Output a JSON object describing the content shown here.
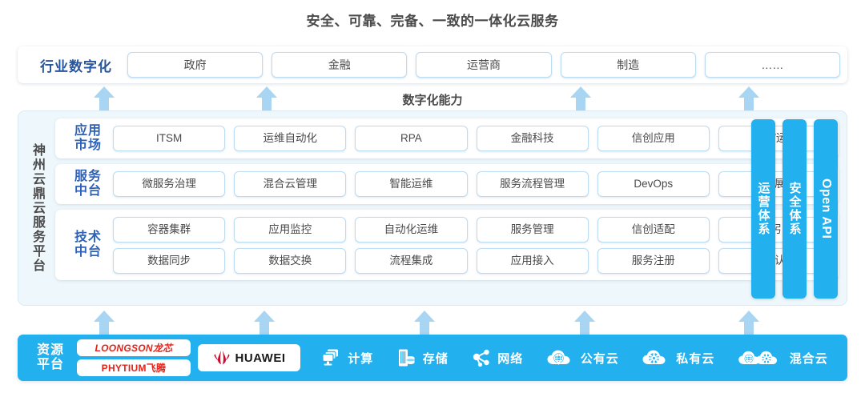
{
  "title": "安全、可靠、完备、一致的一体化云服务",
  "industry": {
    "label": "行业数字化",
    "items": [
      "政府",
      "金融",
      "运营商",
      "制造",
      "……"
    ]
  },
  "capability_title": "数字化能力",
  "platform": {
    "vertical_label": "神州云鼎云服务平台",
    "rows": [
      {
        "label_line1": "应用",
        "label_line2": "市场",
        "lines": [
          [
            "ITSM",
            "运维自动化",
            "RPA",
            "金融科技",
            "信创应用",
            "运维/运营"
          ]
        ]
      },
      {
        "label_line1": "服务",
        "label_line2": "中台",
        "lines": [
          [
            "微服务治理",
            "混合云管理",
            "智能运维",
            "服务流程管理",
            "DevOps",
            "大屏展示"
          ]
        ]
      },
      {
        "label_line1": "技术",
        "label_line2": "中台",
        "lines": [
          [
            "容器集群",
            "应用监控",
            "自动化运维",
            "服务管理",
            "信创适配",
            "流程引擎"
          ],
          [
            "数据同步",
            "数据交换",
            "流程集成",
            "应用接入",
            "服务注册",
            "统一认证"
          ]
        ]
      }
    ],
    "pillars": [
      {
        "text": "运营体系",
        "latin": false
      },
      {
        "text": "安全体系",
        "latin": false
      },
      {
        "text": "Open API",
        "latin": true
      }
    ]
  },
  "resource": {
    "label_line1": "资源",
    "label_line2": "平台",
    "chips": [
      "LOONGSON龙芯",
      "PHYTIUM飞腾"
    ],
    "huawei": "HUAWEI",
    "items": [
      {
        "label": "计算",
        "icon": "computer-icon"
      },
      {
        "label": "存储",
        "icon": "server-database-icon"
      },
      {
        "label": "网络",
        "icon": "network-nodes-icon"
      },
      {
        "label": "公有云",
        "icon": "cloud-globe-icon"
      },
      {
        "label": "私有云",
        "icon": "cloud-gear-icon"
      },
      {
        "label": "混合云",
        "icon": "cloud-globe-gear-icon"
      }
    ]
  },
  "colors": {
    "accent_blue": "#22b0ee",
    "arrow_blue": "#a8d5f2",
    "panel_bg": "#eef7fb",
    "label_navy": "#28559c",
    "row_label_blue": "#2f62b8",
    "logo_red": "#e2231a",
    "huawei_red": "#cf0a2c"
  },
  "arrows_upper": [
    130,
    333,
    725,
    935
  ],
  "arrows_lower": [
    130,
    330,
    530,
    730,
    935
  ]
}
